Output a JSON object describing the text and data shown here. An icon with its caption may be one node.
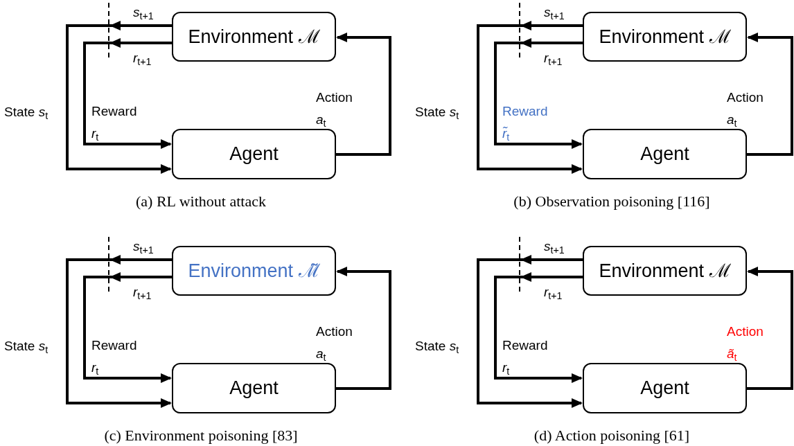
{
  "diagram": {
    "nodes": [
      {
        "text": [
          "Environment ℳ"
        ]
      },
      {
        "text": [
          "Agent"
        ]
      },
      {
        "text": [
          "Environment ℳ"
        ]
      },
      {
        "text": [
          "Agent"
        ]
      },
      {
        "text": [
          "Environment ℳ̃"
        ]
      },
      {
        "text": [
          "Agent"
        ]
      },
      {
        "text": [
          "Environment ℳ"
        ]
      },
      {
        "text": [
          "Agent"
        ]
      }
    ],
    "edges": [
      {
        "from": 0,
        "to": 1,
        "arrow": "to",
        "label": "State *s*$_{t}$"
      },
      {
        "from": 0,
        "to": 1,
        "arrow": "to",
        "label": "Reward *r*$_{t}$"
      },
      {
        "from": 1,
        "to": 0,
        "arrow": "to",
        "label": "Action *a*$_{t}$"
      },
      {
        "from": 2,
        "to": 3,
        "arrow": "to",
        "label": "State *s*$_{t}$"
      },
      {
        "from": 2,
        "to": 3,
        "arrow": "to",
        "label": "Reward *r̃*$_{t}$"
      },
      {
        "from": 3,
        "to": 2,
        "arrow": "to",
        "label": "Action *a*$_{t}$"
      },
      {
        "from": 4,
        "to": 5,
        "arrow": "to",
        "label": "State *s*$_{t}$"
      },
      {
        "from": 4,
        "to": 5,
        "arrow": "to",
        "label": "Reward *r*$_{t}$"
      },
      {
        "from": 5,
        "to": 4,
        "arrow": "to",
        "label": "Action *a*$_{t}$"
      },
      {
        "from": 6,
        "to": 7,
        "arrow": "to",
        "label": "State *s*$_{t}$"
      },
      {
        "from": 6,
        "to": 7,
        "arrow": "to",
        "label": "Reward *r*$_{t}$"
      },
      {
        "from": 7,
        "to": 6,
        "arrow": "to",
        "label": "Action *ã*$_{t}$"
      }
    ],
    "labels": [
      "*s*$_{t+1}$",
      "*r*$_{t+1}$",
      "(a) RL without attack",
      "*s*$_{t+1}$",
      "*r*$_{t+1}$",
      "(b) Observation poisoning [116]",
      "*s*$_{t+1}$",
      "*r*$_{t+1}$",
      "(c) Environment poisoning [83]",
      "*s*$_{t+1}$",
      "*r*$_{t+1}$",
      "(d) Action poisoning [61]"
    ]
  }
}
